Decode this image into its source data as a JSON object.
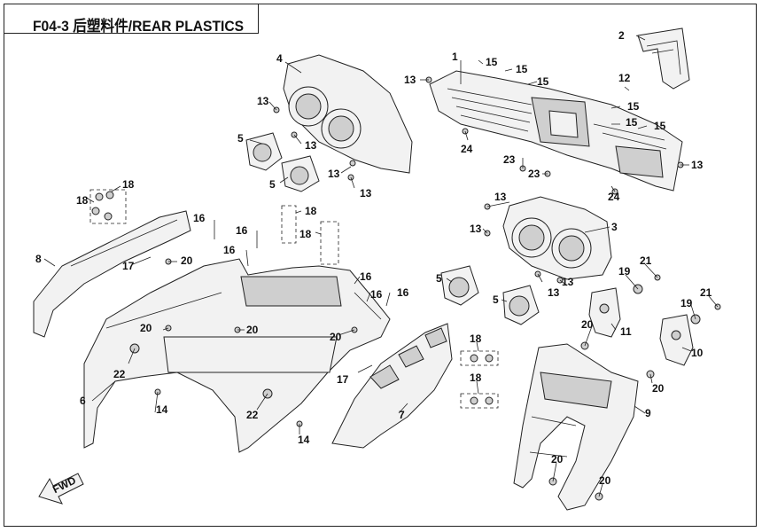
{
  "title": "F04-3 后塑料件/REAR PLASTICS",
  "fwd_label": "FWD",
  "callouts": {
    "c1": "1",
    "c2": "2",
    "c3": "3",
    "c4": "4",
    "c5a": "5",
    "c5b": "5",
    "c5c": "5",
    "c5d": "5",
    "c6": "6",
    "c7": "7",
    "c8": "8",
    "c9": "9",
    "c10": "10",
    "c11": "11",
    "c12": "12",
    "c13a": "13",
    "c13b": "13",
    "c13c": "13",
    "c13d": "13",
    "c13e": "13",
    "c13f": "13",
    "c13g": "13",
    "c13h": "13",
    "c13i": "13",
    "c13j": "13",
    "c14a": "14",
    "c14b": "14",
    "c15a": "15",
    "c15b": "15",
    "c15c": "15",
    "c15d": "15",
    "c15e": "15",
    "c15f": "15",
    "c16a": "16",
    "c16b": "16",
    "c16c": "16",
    "c16d": "16",
    "c16e": "16",
    "c16f": "16",
    "c17a": "17",
    "c17b": "17",
    "c18a": "18",
    "c18b": "18",
    "c18c": "18",
    "c18d": "18",
    "c18e": "18",
    "c18f": "18",
    "c19a": "19",
    "c19b": "19",
    "c20a": "20",
    "c20b": "20",
    "c20c": "20",
    "c20d": "20",
    "c20e": "20",
    "c20f": "20",
    "c20g": "20",
    "c20h": "20",
    "c21a": "21",
    "c21b": "21",
    "c22a": "22",
    "c22b": "22",
    "c23a": "23",
    "c23b": "23",
    "c24a": "24",
    "c24b": "24"
  }
}
